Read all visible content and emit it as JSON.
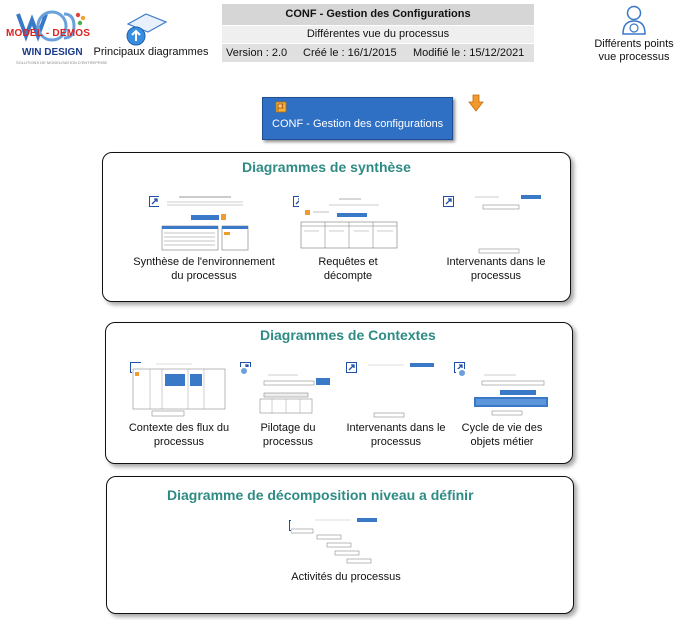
{
  "logo": {
    "model_text": "MODEL - DEMOS",
    "brand_text": "WIN DESIGN",
    "tagline": "SOLUTIONS DE MODELISATION D'ENTREPRISE"
  },
  "nav": {
    "main_diagrams_label": "Principaux diagrammes",
    "views_label": "Différents points vue processus"
  },
  "header": {
    "title": "CONF - Gestion des Configurations",
    "subtitle": "Différentes vue du processus",
    "version": "Version : 2.0",
    "created": "Créé le : 16/1/2015",
    "modified": "Modifié le : 15/12/2021"
  },
  "main_button": {
    "label": "CONF - Gestion des configurations"
  },
  "sections": {
    "synthese": {
      "title": "Diagrammes de synthèse",
      "items": [
        {
          "caption": "Synthèse de l'environnement du processus"
        },
        {
          "caption": "Requêtes et décompte"
        },
        {
          "caption": "Intervenants dans le processus"
        }
      ]
    },
    "contextes": {
      "title": "Diagrammes de Contextes",
      "items": [
        {
          "caption": "Contexte des flux du processus"
        },
        {
          "caption": "Pilotage du processus"
        },
        {
          "caption": "Intervenants dans le processus"
        },
        {
          "caption": "Cycle de vie des objets métier"
        }
      ]
    },
    "decomposition": {
      "title": "Diagramme de décomposition niveau a définir",
      "items": [
        {
          "caption": "Activités du processus"
        }
      ]
    }
  },
  "colors": {
    "section_title": "#2e8b84",
    "button_blue": "#2f6fc4",
    "header_gray": "#d6d6d6"
  }
}
